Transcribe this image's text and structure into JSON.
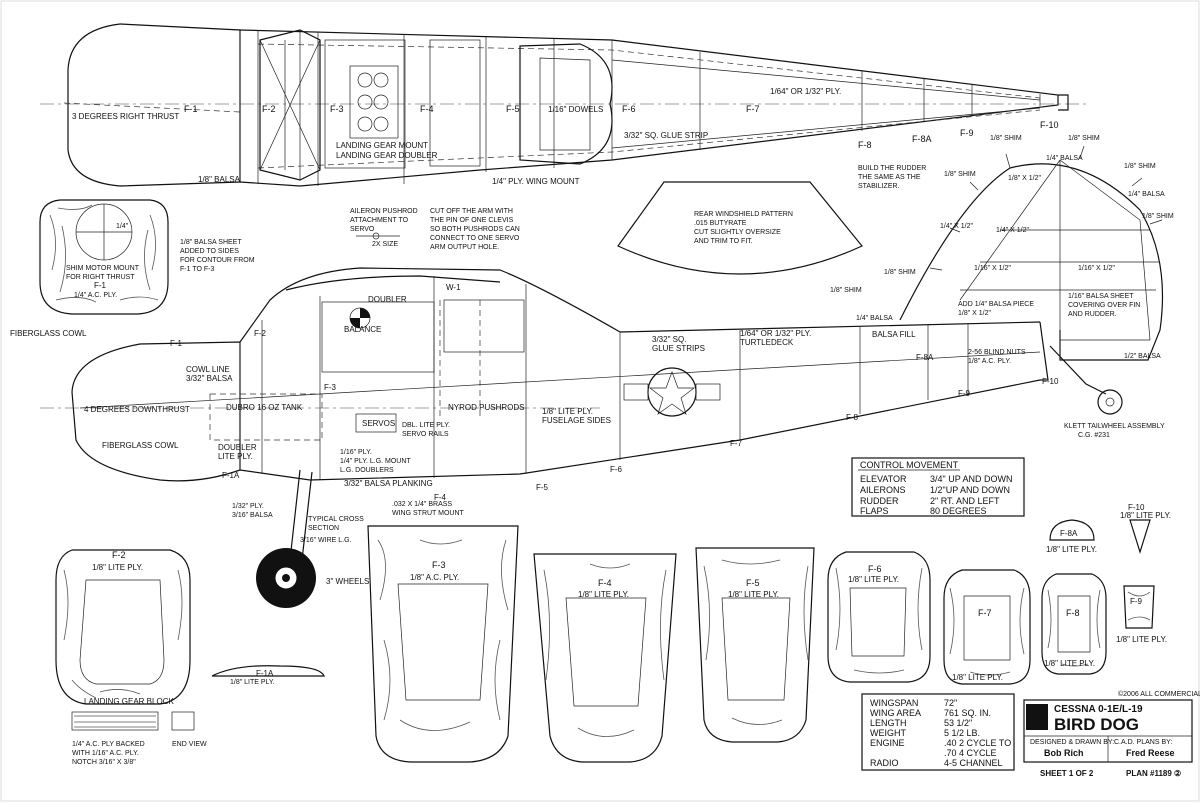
{
  "title_block": {
    "model": "CESSNA 0-1E/L-19",
    "name": "BIRD DOG",
    "designed_label": "DESIGNED & DRAWN BY:",
    "designer": "Bob Rich",
    "cad_label": "C.A.D. PLANS BY:",
    "cad_by": "Fred Reese",
    "copyright": "©2006 ALL COMMERCIAL RIGHTS RESERVED",
    "sheet": "SHEET 1 OF 2",
    "plan": "PLAN #1189 ②"
  },
  "top_view": {
    "formers": [
      "F-1",
      "F-2",
      "F-3",
      "F-4",
      "F-5",
      "F-6",
      "F-7",
      "F-8",
      "F-8A",
      "F-9",
      "F-10"
    ],
    "notes": {
      "thrust": "3 DEGREES RIGHT THRUST",
      "balsa": "1/8\" BALSA",
      "gear_mount": "LANDING GEAR MOUNT",
      "gear_doubler": "LANDING GEAR DOUBLER",
      "wing_mount": "1/4\" PLY. WING MOUNT",
      "dowels": "1/16\" DOWELS",
      "ply": "1/64\" OR 1/32\" PLY.",
      "glue_strip": "3/32\" SQ. GLUE STRIP"
    }
  },
  "cowl_front": {
    "note1": "SHIM MOTOR MOUNT",
    "note2": "FOR RIGHT THRUST",
    "former": "F-1",
    "ply": "1/4\" A.C. PLY.",
    "shim": "1/4\"",
    "cowl": "FIBERGLASS COWL"
  },
  "notes": {
    "balsa_sheet": [
      "1/8\" BALSA SHEET",
      "ADDED TO SIDES",
      "FOR CONTOUR FROM",
      "F-1 TO F-3"
    ],
    "aileron": [
      "AILERON PUSHROD",
      "ATTACHMENT TO",
      "SERVO"
    ],
    "aileron_size": "2X SIZE",
    "cut_arm": [
      "CUT OFF THE ARM WITH",
      "THE PIN OF ONE CLEVIS",
      "SO BOTH PUSHRODS CAN",
      "CONNECT TO ONE SERVO",
      "ARM OUTPUT HOLE."
    ],
    "windshield": [
      "REAR WINDSHIELD PATTERN",
      ".015 BUTYRATE",
      "CUT SLIGHTLY OVERSIZE",
      "AND TRIM TO FIT."
    ],
    "rudder_build": [
      "BUILD THE RUDDER",
      "THE SAME AS THE",
      "STABILIZER."
    ]
  },
  "side_view": {
    "labels": {
      "w1": "W-1",
      "doubler": "DOUBLER",
      "balance": "BALANCE",
      "cowl_line": "COWL LINE",
      "cowl_balsa": "3/32\" BALSA",
      "downthrust": "4 DEGREES DOWNTHRUST",
      "tank": "DUBRO 16 OZ TANK",
      "servos": "SERVOS",
      "servo_rails": "DBL. LITE PLY.",
      "servo_rails2": "SERVO RAILS",
      "nyrod": "NYROD PUSHRODS",
      "fuselage_sides": "1/8\" LITE PLY.",
      "fuselage_sides2": "FUSELAGE SIDES",
      "glue_strips": "3/32\" SQ.",
      "glue_strips2": "GLUE STRIPS",
      "turtledeck": "1/64\" OR 1/32\" PLY.",
      "turtledeck2": "TURTLEDECK",
      "fiberglass_cowl": "FIBERGLASS COWL",
      "doubler_lp": "DOUBLER",
      "doubler_lp2": "LITE PLY.",
      "f1a": "F-1A",
      "lg1": "1/16\" PLY.",
      "lg2": "1/4\" PLY. L.G. MOUNT",
      "lg3": "L.G. DOUBLERS",
      "planking": "3/32\" BALSA PLANKING",
      "ply132": "1/32\" PLY.",
      "balsa316": "3/16\" BALSA",
      "typical": "TYPICAL CROSS",
      "typical2": "SECTION",
      "wire": "3/16\" WIRE L.G.",
      "wheels": "3\" WHEELS",
      "brass1": ".032 X 1/4\" BRASS",
      "brass2": "WING STRUT MOUNT",
      "balsa14": "1/4\" BALSA",
      "balsa_fill": "BALSA FILL",
      "bolts": "2-56 BLIND NUTS",
      "bolts2": "1/8\" A.C. PLY.",
      "tailwheel": "KLETT TAILWHEEL ASSEMBLY",
      "tailwheel2": "C.G. #231",
      "half_balsa": "1/2\" BALSA",
      "sheet_cover": "1/16\" BALSA SHEET",
      "sheet_cover2": "COVERING OVER FIN",
      "sheet_cover3": "AND RUDDER.",
      "add_balsa": "ADD 1/4\" BALSA PIECE",
      "add_balsa2": "1/8\" X 1/2\"",
      "f_1": "F-1",
      "f_2": "F-2",
      "f_3": "F-3",
      "f_4": "F-4",
      "f_5": "F-5",
      "f_6": "F-6",
      "f_7": "F-7",
      "f_8": "F-8",
      "f_8a": "F-8A",
      "f_9": "F-9",
      "f_10": "F-10"
    },
    "fin_labels": {
      "shim1": "1/8\" SHIM",
      "shim2": "1/8\" SHIM",
      "shim3": "1/8\" SHIM",
      "shim4": "1/8\" SHIM",
      "shim5": "1/8\" SHIM",
      "shim6": "1/8\" SHIM",
      "shim7": "1/8\" SHIM",
      "b1": "1/4\" BALSA",
      "b2": "1/4\" BALSA",
      "s1": "1/8\" X 1/2\"",
      "s2": "1/4\" X 1/2\"",
      "s3": "1/4\" X 1/2\"",
      "s4": "1/16\" X 1/2\"",
      "s5": "1/16\" X 1/2\""
    }
  },
  "control_movement": {
    "title": "CONTROL MOVEMENT",
    "rows": [
      [
        "ELEVATOR",
        "3/4\" UP AND DOWN"
      ],
      [
        "AILERONS",
        "1/2\"UP AND DOWN"
      ],
      [
        "RUDDER",
        "2\" RT. AND LEFT"
      ],
      [
        "FLAPS",
        "80 DEGREES"
      ]
    ]
  },
  "specs": {
    "rows": [
      [
        "WINGSPAN",
        "72\""
      ],
      [
        "WING AREA",
        "761 SQ. IN."
      ],
      [
        "LENGTH",
        "53 1/2\""
      ],
      [
        "WEIGHT",
        "5 1/2 LB."
      ],
      [
        "ENGINE",
        ".40 2 CYCLE TO"
      ],
      [
        "",
        ".70 4 CYCLE"
      ],
      [
        "RADIO",
        "4-5 CHANNEL"
      ]
    ]
  },
  "parts": [
    {
      "name": "F-2",
      "material": "1/8\" LITE PLY."
    },
    {
      "name": "F-3",
      "material": "1/8\" A.C. PLY."
    },
    {
      "name": "F-4",
      "material": "1/8\" LITE PLY."
    },
    {
      "name": "F-5",
      "material": "1/8\" LITE PLY."
    },
    {
      "name": "F-6",
      "material": "1/8\" LITE PLY."
    },
    {
      "name": "F-7",
      "material": "1/8\" LITE PLY."
    },
    {
      "name": "F-8",
      "material": "1/8\" LITE PLY."
    },
    {
      "name": "F-8A",
      "material": "1/8\" LITE PLY."
    },
    {
      "name": "F-9",
      "material": "1/8\" LITE PLY."
    },
    {
      "name": "F-10",
      "material": "1/8\" LITE PLY."
    },
    {
      "name": "F-1A",
      "material": "1/8\" LITE PLY."
    }
  ],
  "landing_gear_block": {
    "title": "LANDING GEAR BLOCK",
    "end_view": "END VIEW",
    "notes": [
      "1/4\" A.C. PLY BACKED",
      "WITH 1/16\" A.C. PLY.",
      "NOTCH 3/16\" X 3/8\""
    ]
  }
}
